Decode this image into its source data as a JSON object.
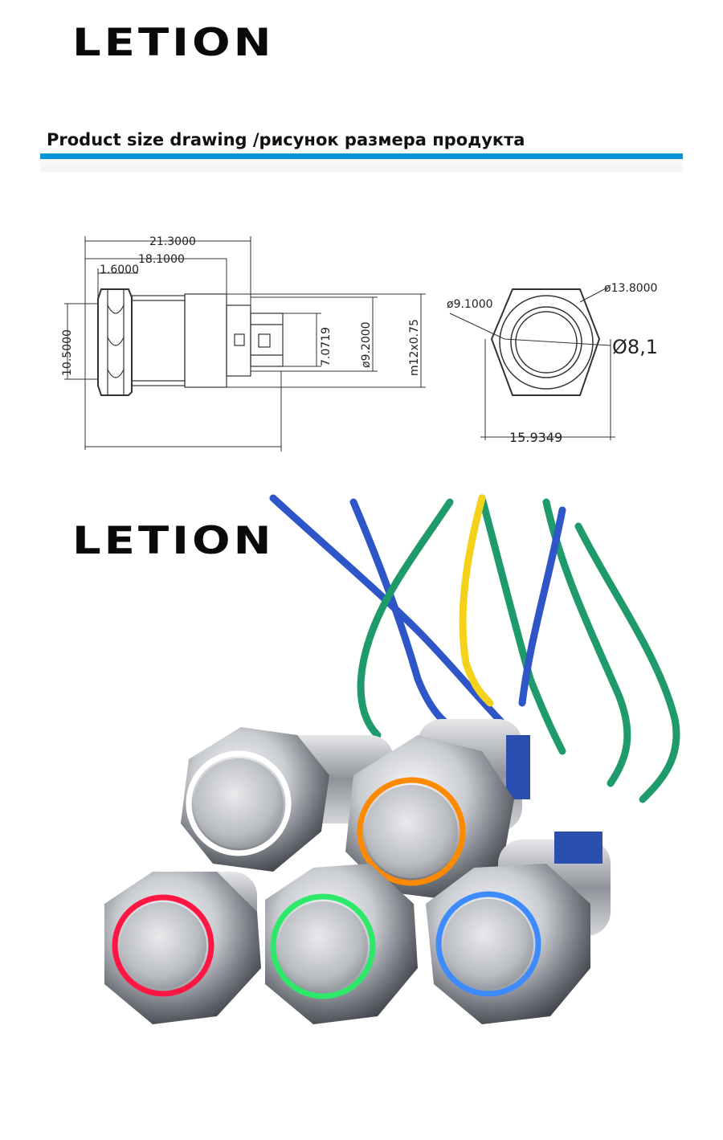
{
  "brand": {
    "logo_text": "LETION"
  },
  "section": {
    "title": "Product size drawing /рисунок размера продукта",
    "accent_color": "#0a93d8"
  },
  "side_view_dims": {
    "length_total": "21.3000",
    "length_body": "18.1000",
    "head_height": "1.6000",
    "head_diameter": "10.5000",
    "terminal_height": "7.0719",
    "bore_diameter": "ø9.2000",
    "thread": "m12x0.75"
  },
  "front_view_dims": {
    "hex_diameter": "ø13.8000",
    "ring_diameter": "ø9.1000",
    "button_diameter": "Ø8,1",
    "width_across": "15.9349"
  },
  "photo": {
    "ring_colors": {
      "white": "#ffffff",
      "orange": "#ff8a00",
      "red": "#ff1744",
      "green": "#2ee86a",
      "blue": "#3d8bff"
    },
    "wire_colors": {
      "blue": "#2f56c8",
      "green": "#1f9a6a",
      "yellow": "#f5d21a"
    }
  }
}
